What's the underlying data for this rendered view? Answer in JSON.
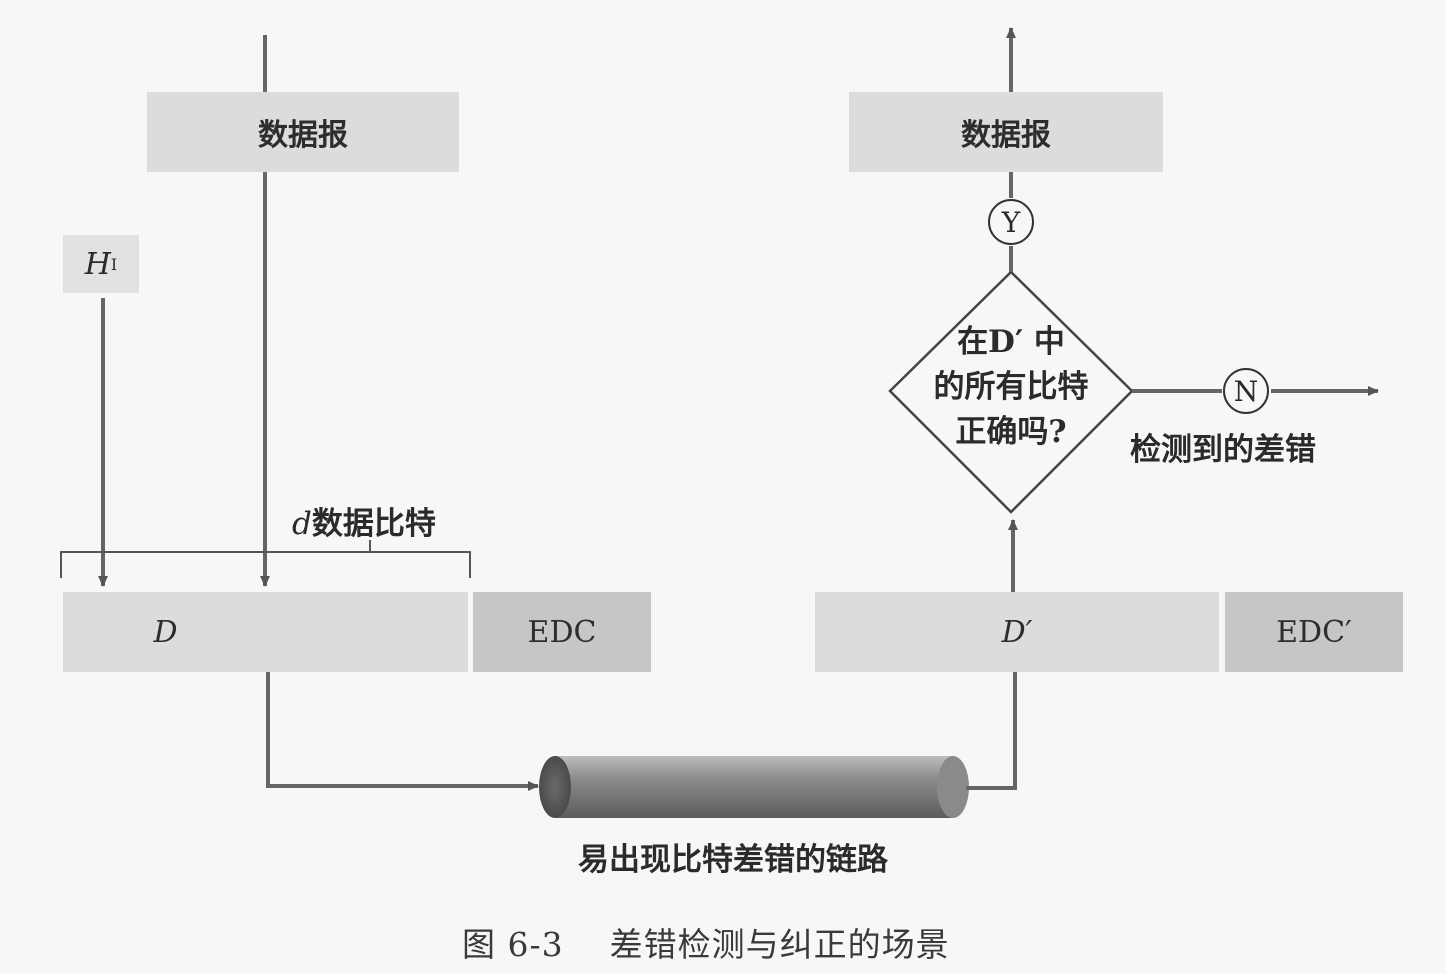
{
  "sender": {
    "datagram_label": "数据报",
    "header_label": "H",
    "header_subscript": "I",
    "bracket_label_var": "d",
    "bracket_label_text": "数据比特",
    "data_cell_label": "D",
    "edc_cell_label": "EDC"
  },
  "receiver": {
    "datagram_label": "数据报",
    "data_cell_label": "D′",
    "edc_cell_label": "EDC′",
    "decision": {
      "line1": "在D′ 中",
      "line2": "的所有比特",
      "line3": "正确吗?"
    },
    "yes_label": "Y",
    "no_label": "N",
    "error_label": "检测到的差错"
  },
  "link": {
    "label": "易出现比特差错的链路"
  },
  "caption": "图 6-3    差错检测与纠正的场景"
}
